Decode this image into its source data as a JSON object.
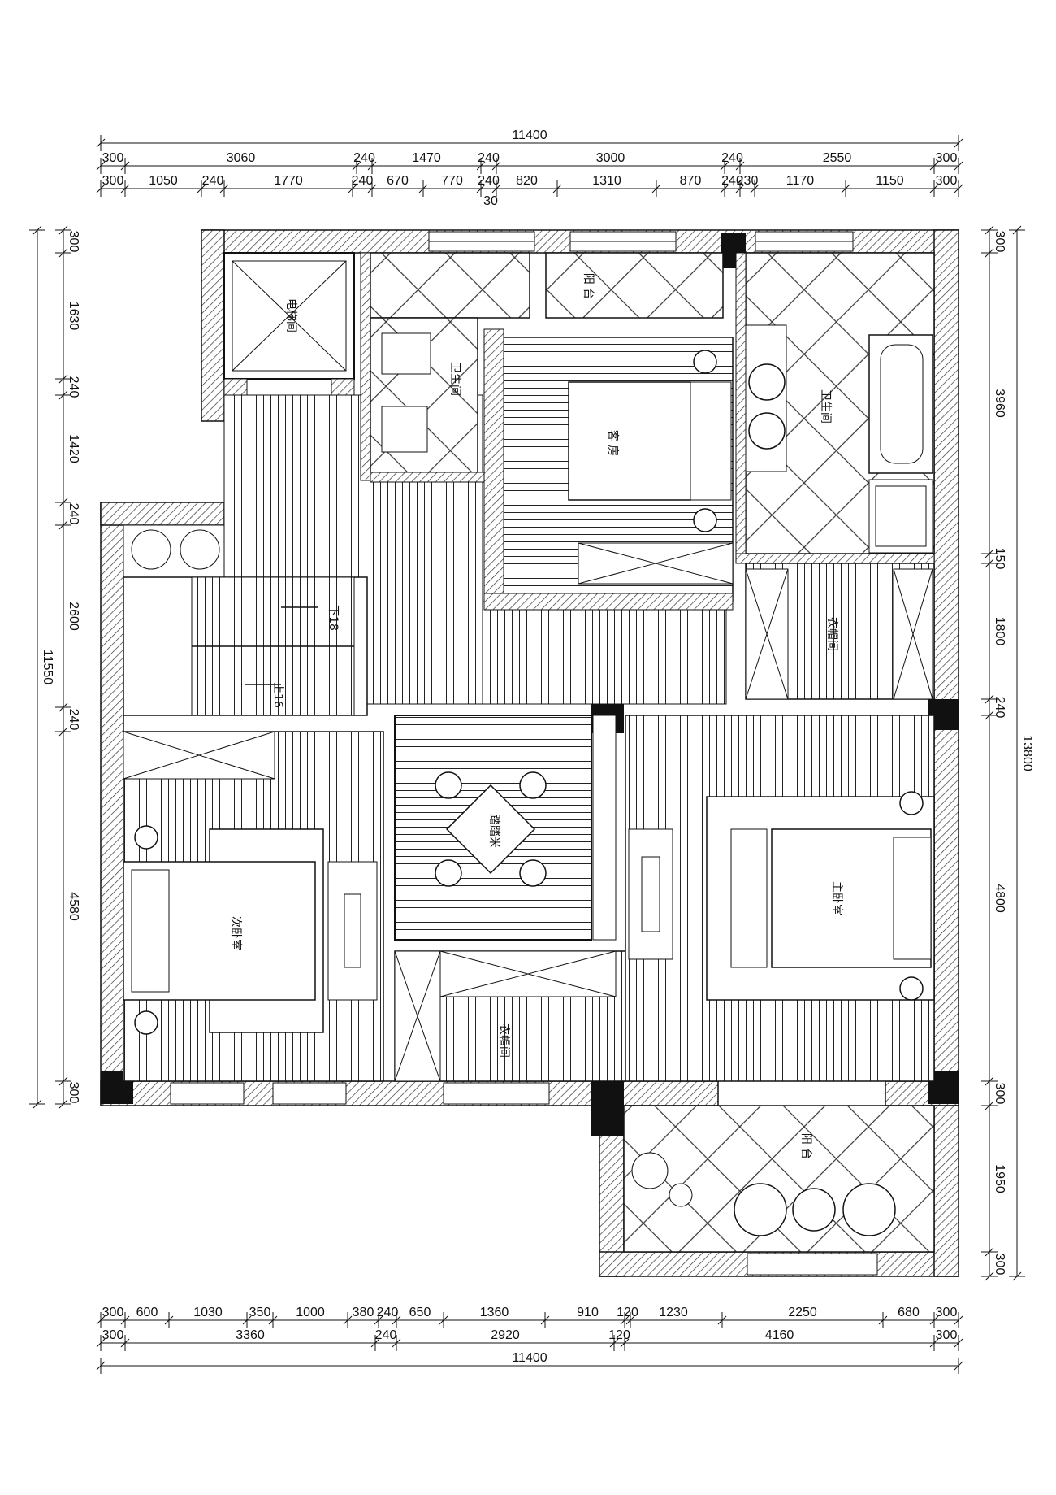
{
  "dimensions": {
    "top_total": "11400",
    "top_row1": [
      "300",
      "3060",
      "240",
      "1470",
      "240",
      "3000",
      "240",
      "2550",
      "300"
    ],
    "top_row2": [
      "300",
      "1050",
      "240",
      "1770",
      "240",
      "670",
      "770",
      "240",
      "820",
      "1310",
      "870",
      "240",
      "230",
      "1170",
      "1150",
      "300"
    ],
    "top_extra": "30",
    "bottom_row1": [
      "300",
      "600",
      "1030",
      "350",
      "1000",
      "380",
      "240",
      "650",
      "1360",
      "910",
      "120",
      "1230",
      "2250",
      "680",
      "300"
    ],
    "bottom_row2": [
      "300",
      "3360",
      "240",
      "2920",
      "120",
      "4160",
      "300"
    ],
    "bottom_total": "11400",
    "left_total": "11550",
    "left_segments": [
      "300",
      "1630",
      "240",
      "1420",
      "240",
      "2600",
      "240",
      "4580",
      "300"
    ],
    "right_total": "13800",
    "right_segments": [
      "300",
      "3960",
      "150",
      "1800",
      "240",
      "4800",
      "300",
      "1950",
      "300"
    ]
  },
  "rooms": {
    "elevator": "电梯间",
    "bath_left": "卫生间",
    "balcony_top": "阳 台",
    "guest_room": "客 房",
    "bath_right": "卫生间",
    "closet_right": "衣帽间",
    "stair_down": "下18",
    "stair_up": "上16",
    "sitting_room": "踏踏米",
    "second_bedroom": "次卧室",
    "closet_bottom": "衣帽间",
    "master_bedroom": "主卧室",
    "balcony_bottom": "阳 台"
  }
}
